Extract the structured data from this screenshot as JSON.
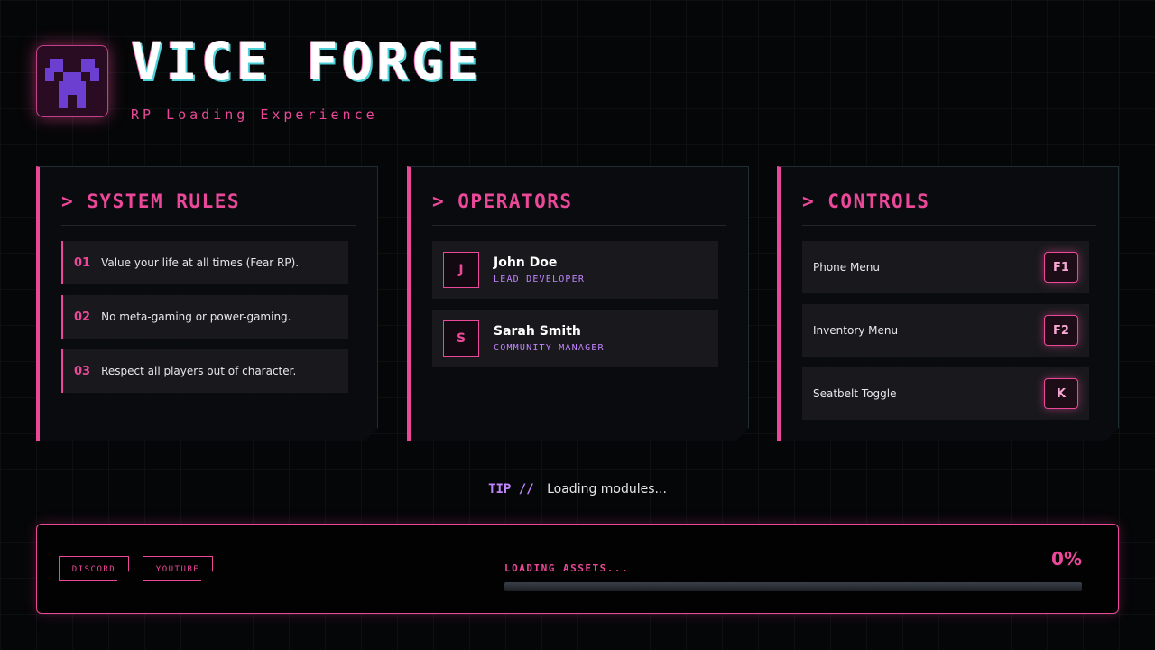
{
  "header": {
    "title": "VICE FORGE",
    "subtitle": "RP Loading Experience",
    "logo_icon": "pixel-creeper-icon"
  },
  "rules": {
    "title": "> SYSTEM RULES",
    "items": [
      {
        "num": "01",
        "text": "Value your life at all times (Fear RP)."
      },
      {
        "num": "02",
        "text": "No meta-gaming or power-gaming."
      },
      {
        "num": "03",
        "text": "Respect all players out of character."
      }
    ]
  },
  "operators": {
    "title": "> OPERATORS",
    "items": [
      {
        "initial": "J",
        "name": "John Doe",
        "role": "LEAD DEVELOPER"
      },
      {
        "initial": "S",
        "name": "Sarah Smith",
        "role": "COMMUNITY MANAGER"
      }
    ]
  },
  "controls": {
    "title": "> CONTROLS",
    "items": [
      {
        "label": "Phone Menu",
        "key": "F1"
      },
      {
        "label": "Inventory Menu",
        "key": "F2"
      },
      {
        "label": "Seatbelt Toggle",
        "key": "K"
      }
    ]
  },
  "tip": {
    "label": "TIP //",
    "text": "Loading modules..."
  },
  "footer": {
    "links": [
      "DISCORD",
      "YOUTUBE"
    ],
    "loading_label": "LOADING ASSETS...",
    "progress_text": "0%",
    "progress_value": 0
  },
  "colors": {
    "accent": "#ec4899",
    "accent_secondary": "#c084fc",
    "logo": "#6d3fd1",
    "background": "#050607"
  }
}
